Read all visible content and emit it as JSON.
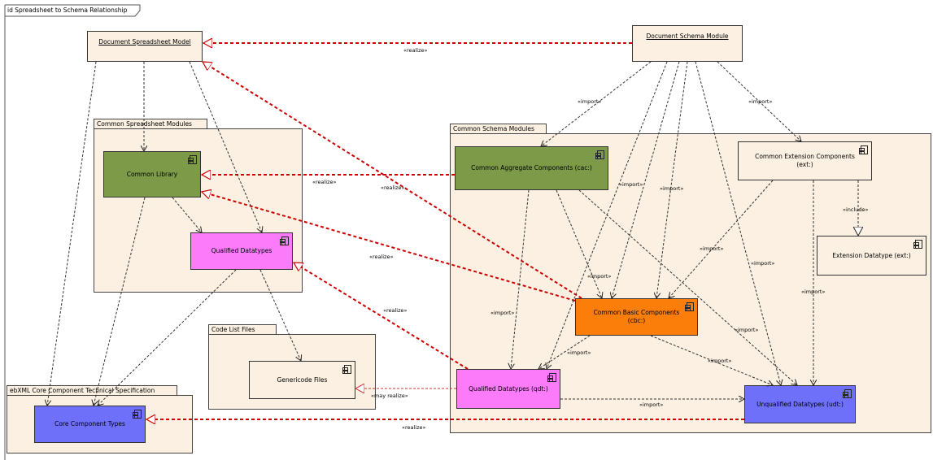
{
  "frame": {
    "title": "id Spreadsheet to Schema Relationship"
  },
  "packages": {
    "common_spreadsheet": "Common Spreadsheet Modules",
    "common_schema": "Common Schema Modules",
    "code_list": "Code List Files",
    "ebxml": "ebXML Core Component Technical Specification"
  },
  "components": {
    "doc_spreadsheet_model": "Document Spreadsheet Model",
    "doc_schema_module": "Document Schema Module",
    "common_library": "Common Library",
    "qualified_datatypes_ss": "Qualified Datatypes",
    "common_aggregate": "Common Aggregate Components (cac:)",
    "common_extension": "Common Extension Components (ext:)",
    "extension_datatype": "Extension Datatype (ext:)",
    "common_basic": "Common Basic Components (cbc:)",
    "genericode_files": "Genericode Files",
    "qualified_datatypes_qdt": "Qualified Datatypes (qdt:)",
    "unqualified_datatypes": "Unqualified Datatypes (udt:)",
    "core_component_types": "Core Component Types"
  },
  "labels": {
    "realize": "«realize»",
    "import": "«import»",
    "include": "«include»",
    "may_realize": "«may realize»"
  },
  "colors": {
    "cream": "#fbf0e1",
    "green": "#7c9a48",
    "pink": "#fb7bfb",
    "orange": "#fb7d0a",
    "blue": "#6e70fa",
    "realize_line": "#cc0000"
  }
}
